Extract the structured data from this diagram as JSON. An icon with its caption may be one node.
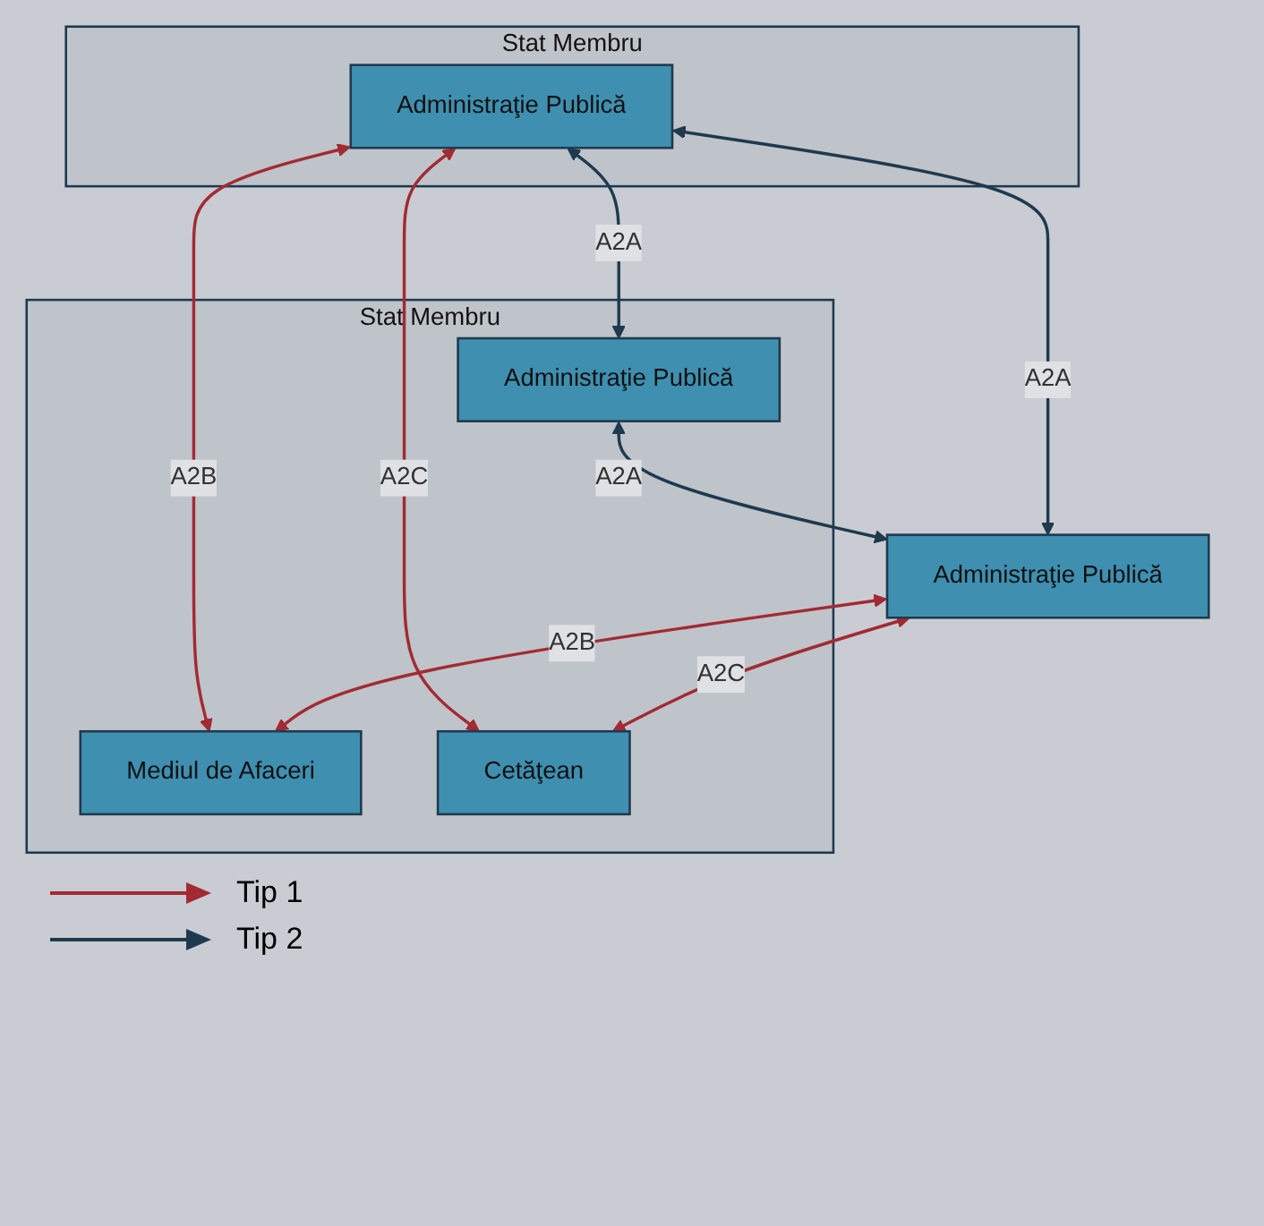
{
  "diagram": {
    "nodes": [
      {
        "text": [
          "Stat Membru"
        ]
      },
      {
        "text": [
          "Stat Membru"
        ]
      },
      {
        "text": [
          "Mediul de Afaceri"
        ],
        "in": 1
      },
      {
        "text": [
          "Cetăţean"
        ],
        "in": 1
      },
      {
        "text": [
          "Administraţie Publică"
        ],
        "in": 0
      },
      {
        "text": [
          "Administraţie Publică"
        ],
        "in": 1
      },
      {
        "text": [
          "Administraţie Publică"
        ]
      }
    ],
    "edges": [
      {
        "from": 4,
        "to": 2,
        "arrow": "both",
        "label": "A2B"
      },
      {
        "from": 4,
        "to": 3,
        "arrow": "both",
        "label": "A2C"
      },
      {
        "from": 4,
        "to": 5,
        "arrow": "both",
        "label": "A2A",
        "color": "#1f3a4f"
      },
      {
        "from": 4,
        "to": 6,
        "arrow": "both",
        "label": "A2A",
        "color": "#1f3a4f"
      },
      {
        "from": 5,
        "to": 6,
        "arrow": "both",
        "label": "A2A",
        "color": "#1f3a4f"
      },
      {
        "from": 6,
        "to": 3,
        "arrow": "both",
        "label": "A2C"
      },
      {
        "from": 6,
        "to": 2,
        "arrow": "both",
        "label": "A2B"
      }
    ],
    "legend": [
      {
        "text": "Tip 1"
      },
      {
        "text": "Tip 2"
      }
    ]
  }
}
